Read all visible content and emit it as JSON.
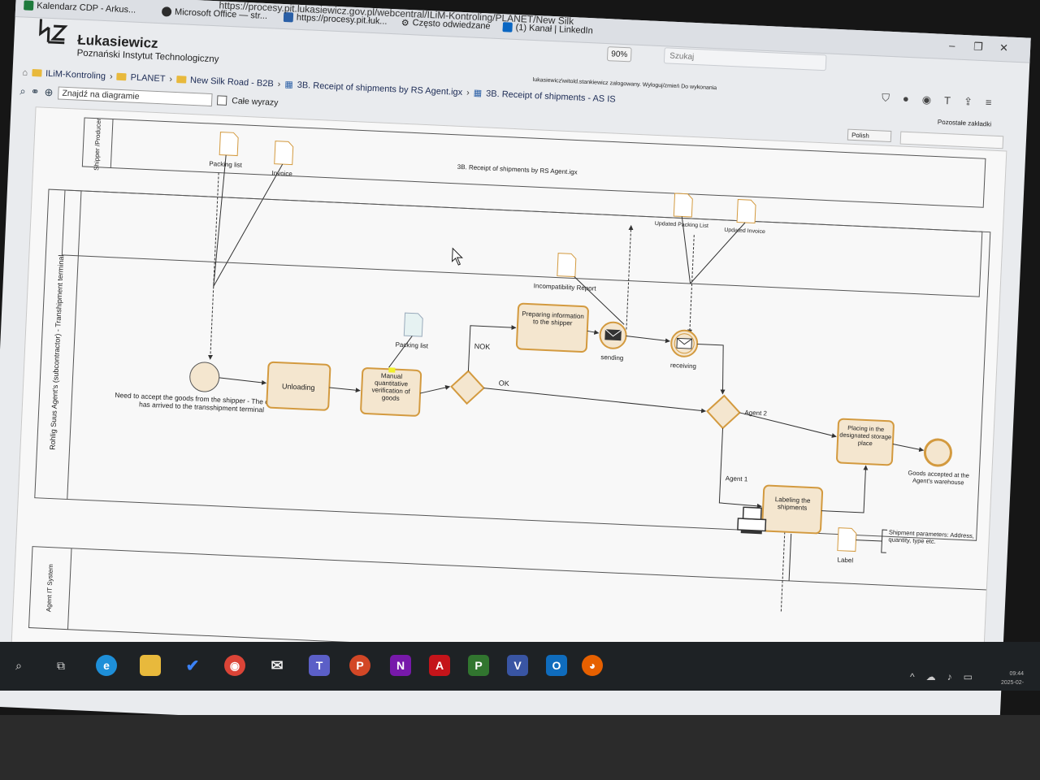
{
  "browser": {
    "tabs": [
      {
        "label": "Kalendarz CDP - Arkus...",
        "icon": "spreadsheet-icon",
        "color": "#1e7a3c"
      },
      {
        "label": "Microsoft Office — str...",
        "icon": "office-icon",
        "color": "#2d2d2d"
      },
      {
        "label": "https://procesy.pit.łuk...",
        "icon": "process-icon",
        "color": "#2a5fa6"
      },
      {
        "label": "Często odwiedzane",
        "icon": "gear-icon",
        "color": "#444444"
      },
      {
        "label": "(1) Kanał | LinkedIn",
        "icon": "linkedin-icon",
        "color": "#0a66c2"
      }
    ],
    "url": "https://procesy.pit.lukasiewicz.gov.pl/webcentral/ILiM-Kontroling/PLANET/New Silk",
    "zoom": "90%",
    "search_placeholder": "Szukaj",
    "all_bookmarks": "Pozostałe zakładki"
  },
  "header": {
    "logo_name": "Łukasiewicz",
    "logo_sub": "Poznański Instytut Technologiczny",
    "user_line": "lukasiewicz\\witold.stankiewicz zalogowany. Wyloguj/zmień   Do wykonania",
    "language": "Polish"
  },
  "breadcrumb": [
    "ILiM-Kontroling",
    "PLANET",
    "New Silk Road - B2B",
    "3B. Receipt of shipments by RS Agent.igx",
    "3B. Receipt of shipments - AS IS"
  ],
  "find": {
    "placeholder": "Znajdź na diagramie",
    "whole_words": "Całe wyrazy"
  },
  "diagram": {
    "title": "3B. Receipt of shipments by RS Agent.igx",
    "lanes": {
      "shipper": "Shipper /Producer",
      "agent": "Rohlig Suus Agent's (subcontractor) - Transhipment terminal",
      "it": "Agent IT System"
    },
    "documents": {
      "packing_list_top": "Packing list",
      "invoice": "Invoice",
      "updated_packing": "Updated Packing List",
      "updated_invoice": "Updated Invoice",
      "incompat": "Incompatibility Report",
      "packing_list_mid": "Packing list",
      "label": "Label"
    },
    "start_event": "Need to accept the goods from the shipper - The delivery has arrived to the transshipment terminal",
    "tasks": {
      "unloading": "Unloading",
      "manual": "Manual quantitative verification of goods",
      "preparing": "Preparing information to the shipper",
      "labeling": "Labeling the shipments",
      "placing": "Placing in the designated storage place"
    },
    "events": {
      "sending": "sending",
      "receiving": "receiving",
      "end": "Goods accepted at the Agent's warehouse"
    },
    "flows": {
      "nok": "NOK",
      "ok": "OK",
      "agent1": "Agent 1",
      "agent2": "Agent 2"
    },
    "annotation": "Shipment parameters: Address, quantity, type etc."
  },
  "taskbar": {
    "apps": [
      "search-icon",
      "task-view-icon",
      "edge-icon",
      "file-explorer-icon",
      "todo-icon",
      "chrome-icon",
      "mail-icon",
      "teams-icon",
      "powerpoint-icon",
      "onenote-icon",
      "acrobat-icon",
      "project-icon",
      "visio-icon",
      "outlook-icon",
      "firefox-icon"
    ],
    "clock_time": "09:44",
    "clock_date": "2025-02-"
  },
  "colors": {
    "task_fill": "#f4e6cf",
    "task_stroke": "#d39a3f",
    "doc_stroke": "#d39a3f",
    "line": "#333333"
  }
}
